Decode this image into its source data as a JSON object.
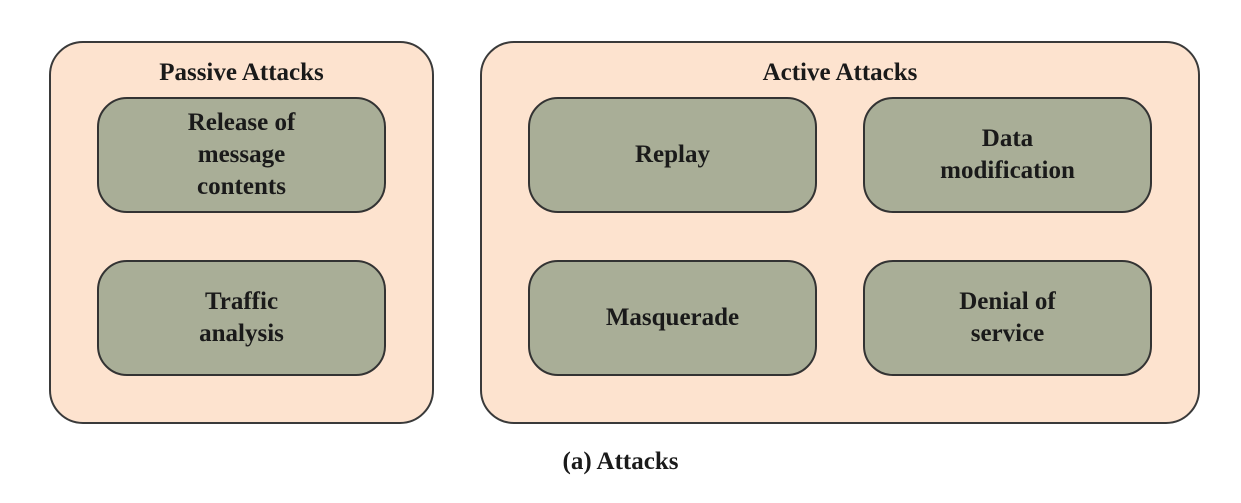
{
  "diagram": {
    "passive": {
      "title": "Passive Attacks",
      "items": [
        "Release of message contents",
        "Traffic analysis"
      ]
    },
    "active": {
      "title": "Active Attacks",
      "items": [
        "Replay",
        "Data modification",
        "Masquerade",
        "Denial of service"
      ]
    },
    "caption": "(a) Attacks",
    "colors": {
      "group_fill": "#fde3cf",
      "item_fill": "#a9ae97",
      "border": "#333333"
    }
  }
}
